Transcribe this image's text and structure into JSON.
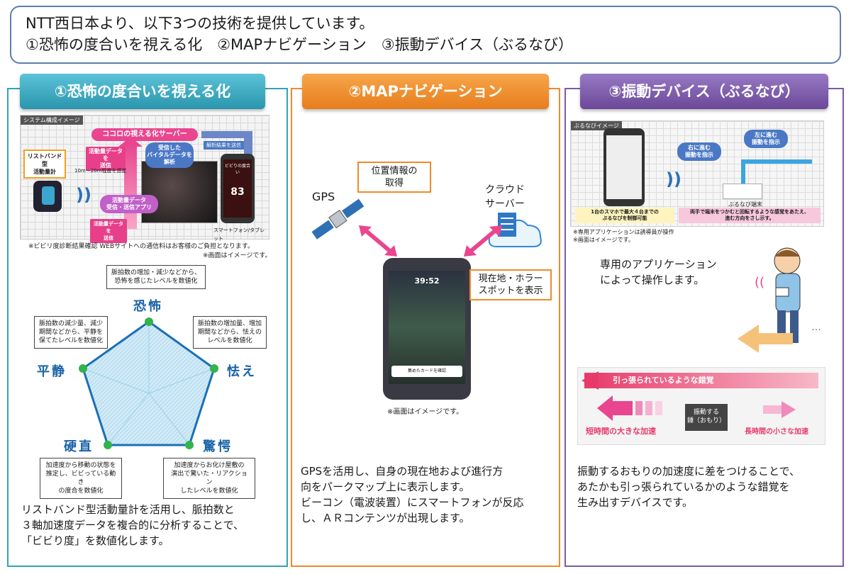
{
  "header": {
    "line1": "NTT西日本より、以下3つの技術を提供しています。",
    "line2": "①恐怖の度合いを視える化　②MAPナビゲーション　③振動デバイス（ぶるなび）"
  },
  "tabs": {
    "t1": "①恐怖の度合いを視える化",
    "t2": "②MAPナビゲーション",
    "t3": "③振動デバイス（ぶるなび）"
  },
  "panel1": {
    "sys_title": "システム構成イメージ",
    "server": "ココロの視える化サーバー",
    "band_label": "リストバンド型\n活動量計",
    "send_data": "活動量データを\n送信",
    "distance": "10m～20m程度を想定",
    "analyze": "受信した\nバイタルデータを解析",
    "send_result": "解析結果を送信",
    "app": "活動量データ\n受信・送信アプリ",
    "send_data2": "活動量データを\n送信",
    "phone_caption": "スマートフォン/タブレット",
    "phone_title": "ビビりの度合い",
    "phone_score": "83",
    "note": "※ビビリ度診断結果確認 WEBサイトへの通信料はお客様のご負担となります。",
    "img_note": "※画面はイメージです。",
    "radar": {
      "fear": "恐怖",
      "timid": "怯え",
      "startle": "驚愕",
      "stiff": "硬直",
      "calm": "平静",
      "fear_desc": "脈拍数の増加・減少などから、\n恐怖を感じたレベルを数値化",
      "timid_desc": "脈拍数の増加量、増加\n期間などから、怯えの\nレベルを数値化",
      "startle_desc": "加速度からお化け屋敷の\n演出で驚いた・リアクション\nしたレベルを数値化",
      "stiff_desc": "加速度から移動の状態を\n推定し、ビビっている動き\nの度合を数値化",
      "calm_desc": "脈拍数の減少量、減少\n期間などから、平静を\n保てたレベルを数値化"
    },
    "body": "リストバンド型活動量計を活用し、脈拍数と\n３軸加速度データを複合的に分析することで、\n「ビビり度」を数値化します。"
  },
  "panel2": {
    "gps": "GPS",
    "location": "位置情報の\n取得",
    "cloud": "クラウド\nサーバー",
    "spot": "現在地・ホラー\nスポットを表示",
    "time": "39:52",
    "phone_btn": "集めたカードを確認",
    "img_note": "※画面はイメージです。",
    "body": "GPSを活用し、自身の現在地および進行方\n向をパークマップ上に表示します。\nビーコン（電波装置）にスマートフォンが反応\nし、ＡＲコンテンツが出現します。"
  },
  "panel3": {
    "img_title": "ぶるなびイメージ",
    "right": "右に進む\n振動を指示",
    "left": "左に進む\n振動を指示",
    "device": "ぶるなび端末",
    "control": "1台のスマホで最大４台までの\nぶるなびを制御可能",
    "hold": "両手で端末をつかむと回転するような感覚をあたえ、\n進む方向をさし示す。",
    "app_note": "※専用アプリケーションは誘導員が操作\n※画面はイメージです。",
    "app_text": "専用のアプリケーション\nによって操作します。",
    "illusion": "引っ張られているような錯覚",
    "weight": "振動する\n錘（おもり）",
    "short": "短時間の大きな加速",
    "long": "長時間の小さな加速",
    "body": "振動するおもりの加速度に差をつけることで、\nあたかも引っ張られているかのような錯覚を\n生み出すデバイスです。"
  }
}
